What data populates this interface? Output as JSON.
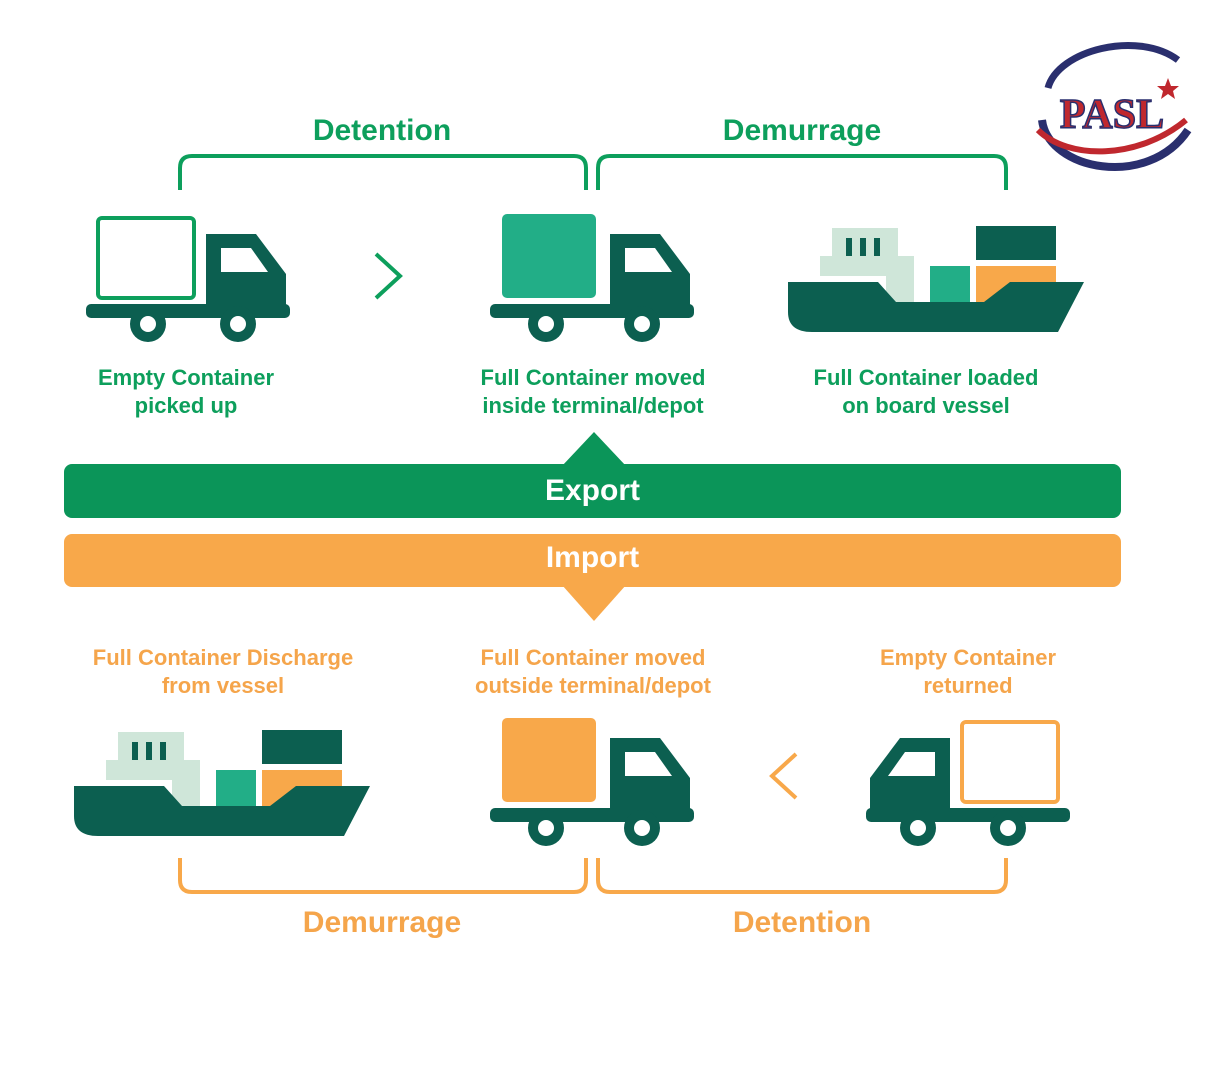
{
  "logo": {
    "text": "PASL"
  },
  "export": {
    "bar_label": "Export",
    "bracket_left": "Detention",
    "bracket_right": "Demurrage",
    "steps": [
      {
        "line1": "Empty Container",
        "line2": "picked up"
      },
      {
        "line1": "Full Container moved",
        "line2": "inside terminal/depot"
      },
      {
        "line1": "Full Container loaded",
        "line2": "on board vessel"
      }
    ]
  },
  "import": {
    "bar_label": "Import",
    "bracket_left": "Demurrage",
    "bracket_right": "Detention",
    "steps": [
      {
        "line1": "Full Container Discharge",
        "line2": "from vessel"
      },
      {
        "line1": "Full Container moved",
        "line2": "outside terminal/depot"
      },
      {
        "line1": "Empty Container",
        "line2": "returned"
      }
    ]
  },
  "colors": {
    "green": "#0d9f5c",
    "dark_green": "#0c5f50",
    "teal": "#22ae87",
    "light_green": "#cfe6d9",
    "orange": "#f8a84a",
    "logo_red": "#c0282e",
    "logo_navy": "#2a2f6e"
  }
}
